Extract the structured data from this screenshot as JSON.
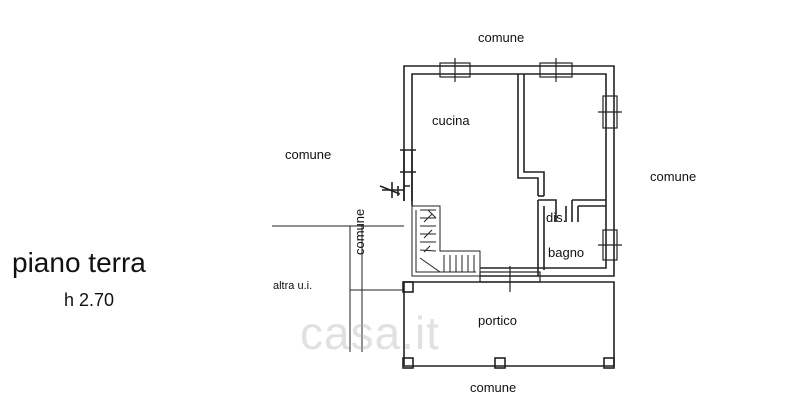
{
  "plan": {
    "title": "piano terra",
    "height": "h 2.70"
  },
  "labels": {
    "comune_top": "comune",
    "comune_left": "comune",
    "comune_right": "comune",
    "comune_bottom": "comune",
    "comune_vertical": "comune",
    "altra_ui": "altra u.i."
  },
  "rooms": {
    "cucina": "cucina",
    "dis": "dis.",
    "bagno": "bagno",
    "portico": "portico"
  },
  "watermark": "casa.it"
}
